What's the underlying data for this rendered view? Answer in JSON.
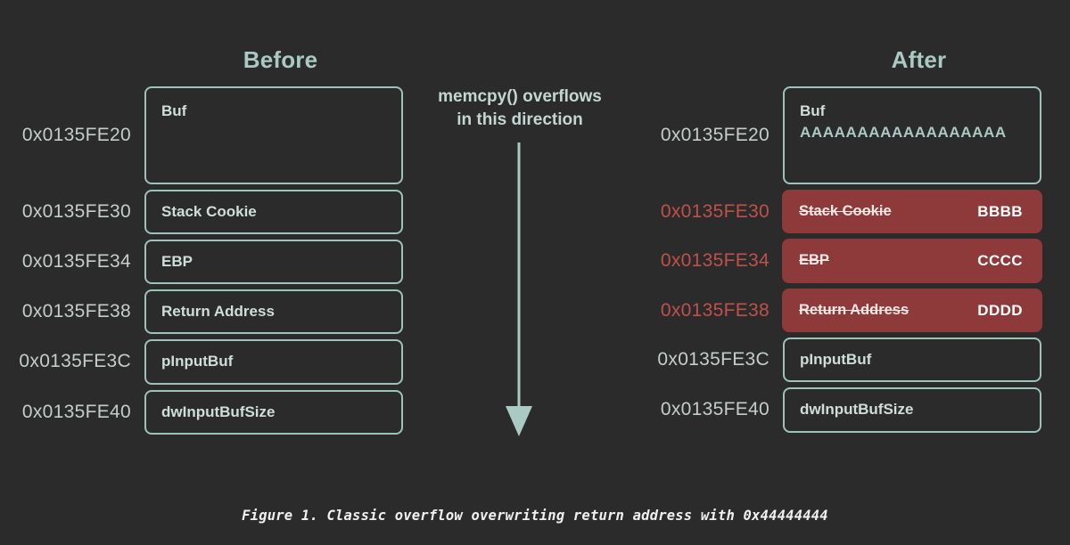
{
  "background_color": "#2b2b2b",
  "accent_color": "#9cc3bb",
  "overwrite_color": "#8e3a3a",
  "overwrite_text_color": "#c0504a",
  "columns": {
    "before": {
      "heading": "Before",
      "rows": [
        {
          "address": "0x0135FE20",
          "label": "Buf",
          "value": "",
          "overwritten": false,
          "tall": true
        },
        {
          "address": "0x0135FE30",
          "label": "Stack Cookie",
          "value": "",
          "overwritten": false,
          "tall": false
        },
        {
          "address": "0x0135FE34",
          "label": "EBP",
          "value": "",
          "overwritten": false,
          "tall": false
        },
        {
          "address": "0x0135FE38",
          "label": "Return Address",
          "value": "",
          "overwritten": false,
          "tall": false
        },
        {
          "address": "0x0135FE3C",
          "label": "pInputBuf",
          "value": "",
          "overwritten": false,
          "tall": false
        },
        {
          "address": "0x0135FE40",
          "label": "dwInputBufSize",
          "value": "",
          "overwritten": false,
          "tall": false
        }
      ]
    },
    "after": {
      "heading": "After",
      "buf_fill": "AAAAAAAAAAAAAAAAAA",
      "rows": [
        {
          "address": "0x0135FE20",
          "label": "Buf",
          "value": "",
          "overwritten": false,
          "tall": true
        },
        {
          "address": "0x0135FE30",
          "label": "Stack Cookie",
          "value": "BBBB",
          "overwritten": true,
          "tall": false
        },
        {
          "address": "0x0135FE34",
          "label": "EBP",
          "value": "CCCC",
          "overwritten": true,
          "tall": false
        },
        {
          "address": "0x0135FE38",
          "label": "Return Address",
          "value": "DDDD",
          "overwritten": true,
          "tall": false
        },
        {
          "address": "0x0135FE3C",
          "label": "pInputBuf",
          "value": "",
          "overwritten": false,
          "tall": false
        },
        {
          "address": "0x0135FE40",
          "label": "dwInputBufSize",
          "value": "",
          "overwritten": false,
          "tall": false
        }
      ]
    }
  },
  "annotation": {
    "line1": "memcpy() overflows",
    "line2": "in this direction",
    "arrow_direction": "down"
  },
  "caption": "Figure 1. Classic overflow overwriting return address with 0x44444444"
}
